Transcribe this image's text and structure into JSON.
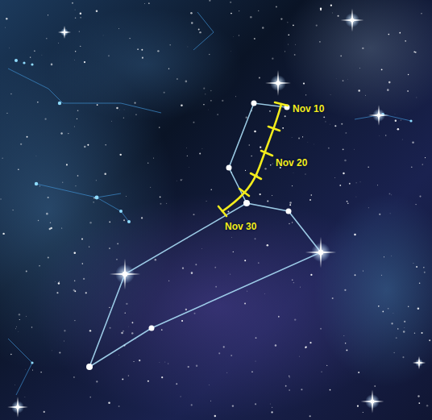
{
  "diagram": {
    "labels": [
      "Nov 10",
      "Nov 20",
      "Nov 30"
    ]
  }
}
